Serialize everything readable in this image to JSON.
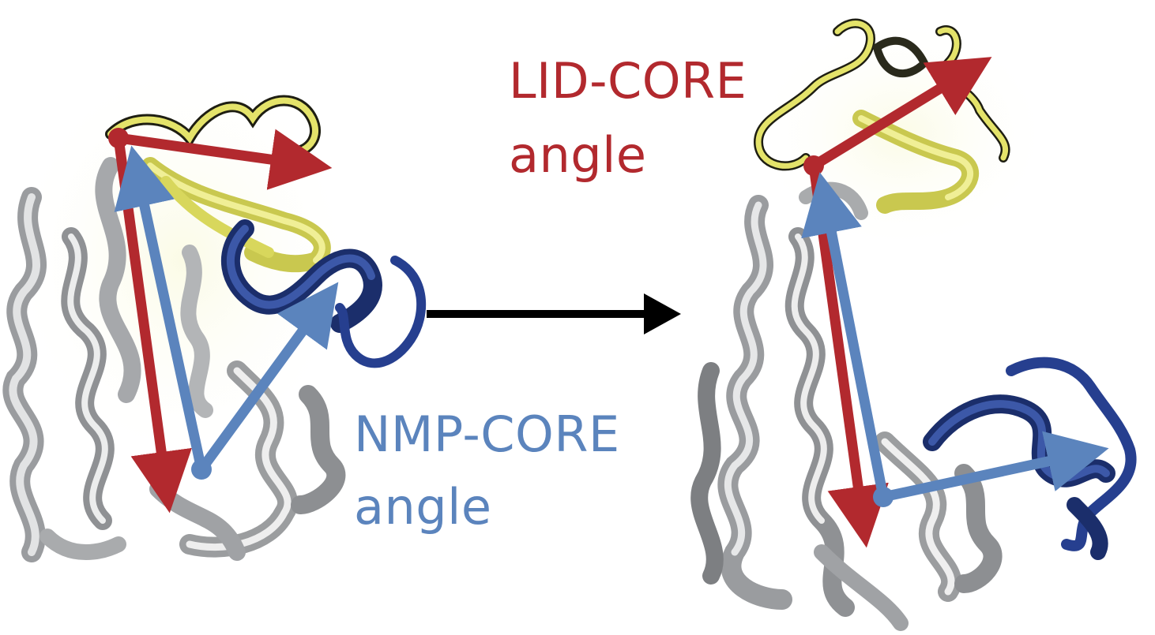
{
  "labels": {
    "lid_core_title": "LID-CORE",
    "lid_core_sub": "angle",
    "nmp_core_title": "NMP-CORE",
    "nmp_core_sub": "angle"
  },
  "colors": {
    "lid_core": "#b2292e",
    "nmp_core": "#5b84bd",
    "lid_domain": "#e4e36a",
    "nmp_domain": "#263f8f",
    "core_domain": "#b9bbbd",
    "transition_arrow": "#000000"
  }
}
